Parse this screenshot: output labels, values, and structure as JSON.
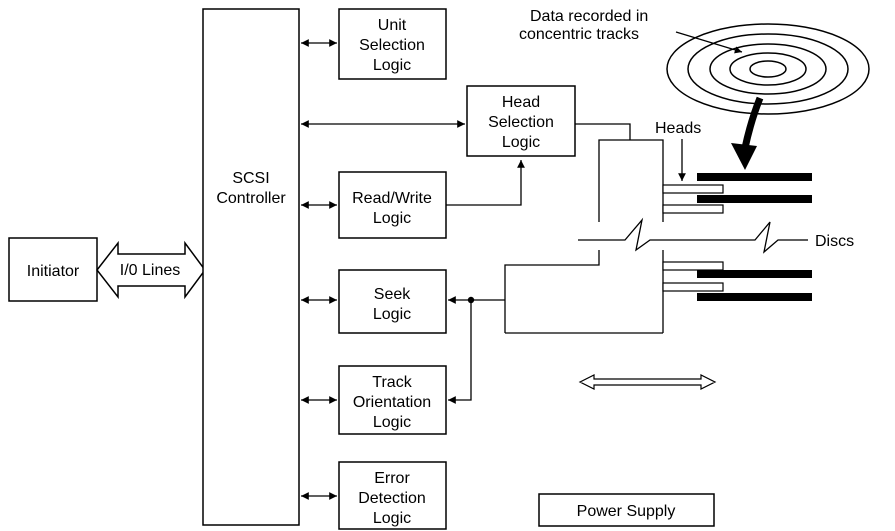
{
  "initiator": {
    "label": "Initiator"
  },
  "io_lines": {
    "label": "I/0  Lines"
  },
  "controller": {
    "line1": "SCSI",
    "line2": "Controller"
  },
  "unit_selection": {
    "line1": "Unit",
    "line2": "Selection",
    "line3": "Logic"
  },
  "head_selection": {
    "line1": "Head",
    "line2": "Selection",
    "line3": "Logic"
  },
  "read_write": {
    "line1": "Read/Write",
    "line2": "Logic"
  },
  "seek": {
    "line1": "Seek",
    "line2": "Logic"
  },
  "track_orientation": {
    "line1": "Track",
    "line2": "Orientation",
    "line3": "Logic"
  },
  "error_detection": {
    "line1": "Error",
    "line2": "Detection",
    "line3": "Logic"
  },
  "power_supply": {
    "label": "Power Supply"
  },
  "tracks_note": {
    "line1": "Data recorded in",
    "line2": "concentric tracks"
  },
  "heads": {
    "label": "Heads"
  },
  "discs": {
    "label": "Discs"
  }
}
